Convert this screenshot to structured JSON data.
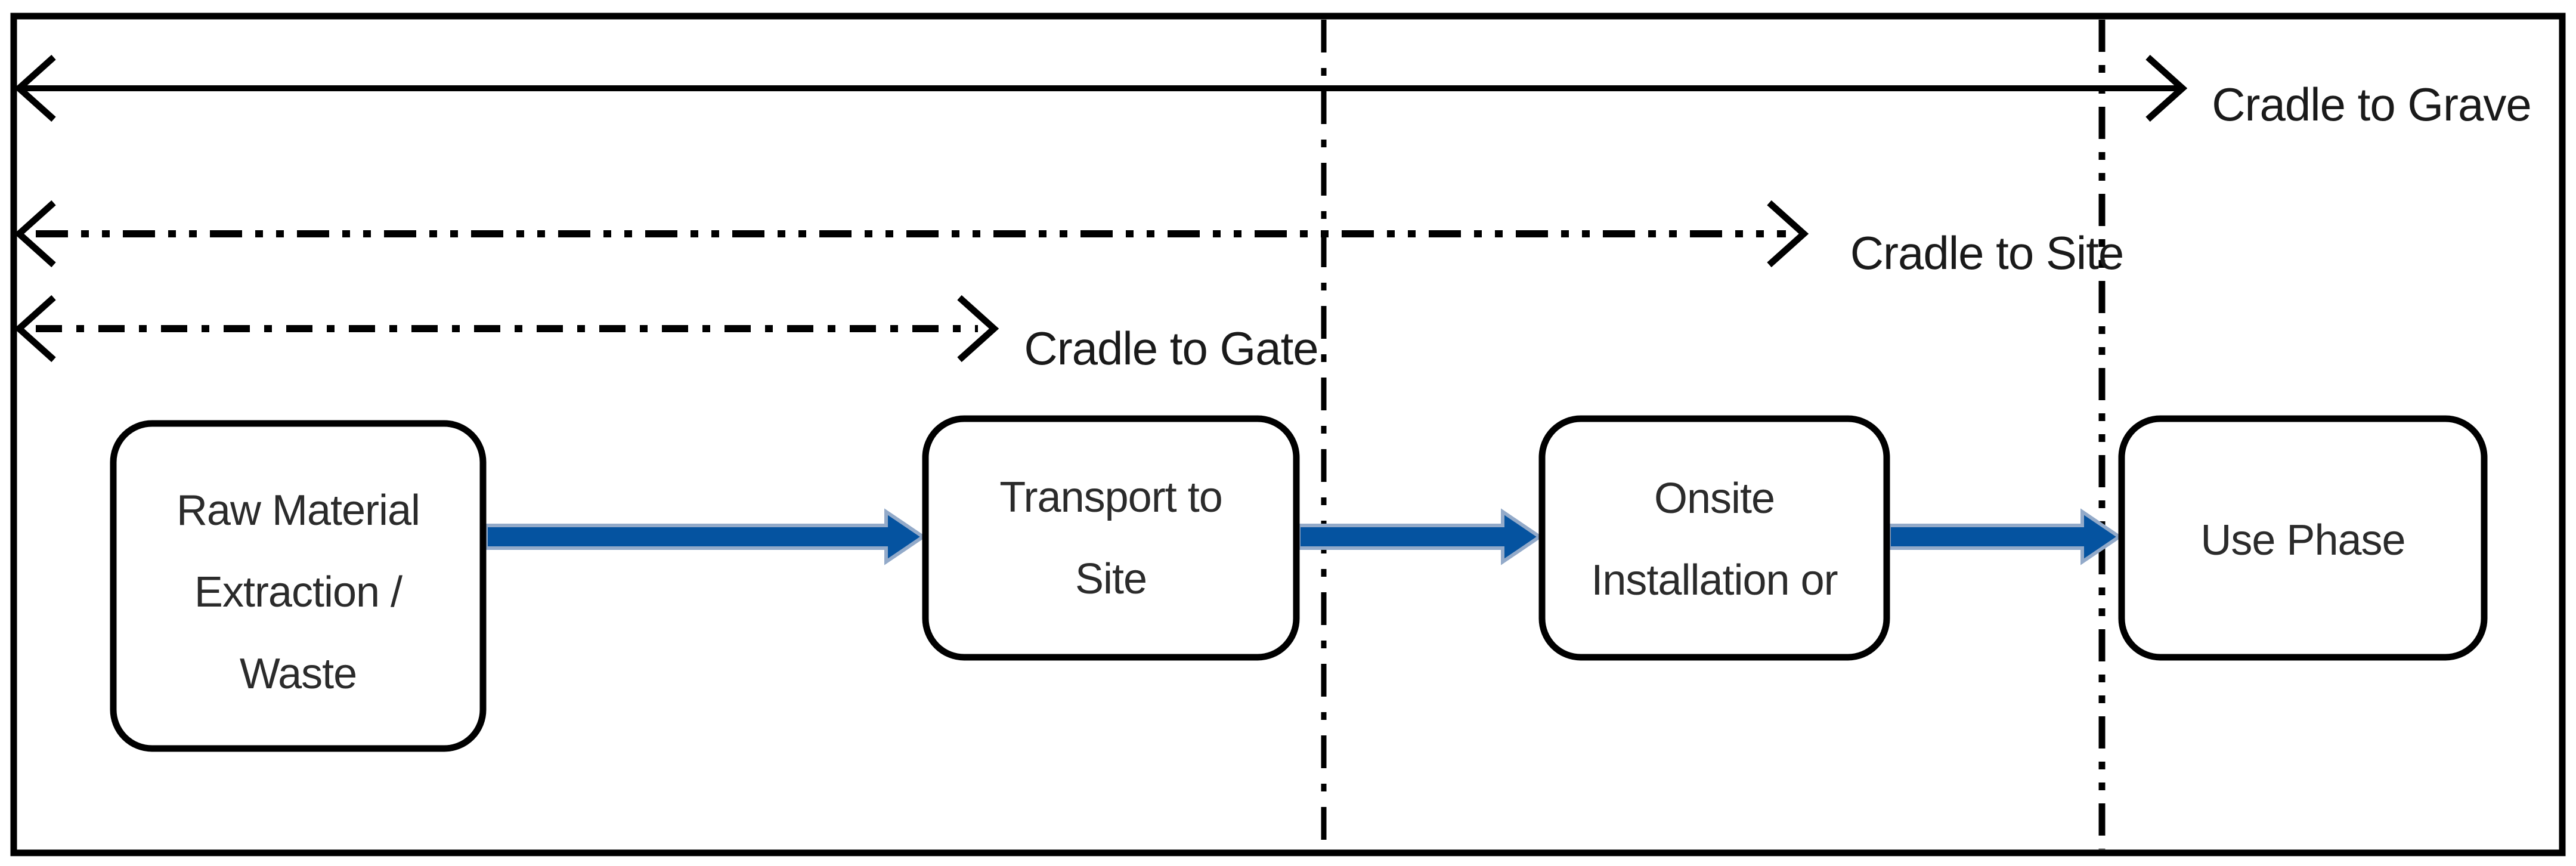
{
  "diagram": {
    "title_implicit": "Life cycle assessment scope diagram",
    "scopes": [
      {
        "id": "cradle-to-grave",
        "label": "Cradle to Grave",
        "line_style": "solid"
      },
      {
        "id": "cradle-to-site",
        "label": "Cradle to Site",
        "line_style": "dash-dot-dot"
      },
      {
        "id": "cradle-to-gate",
        "label": "Cradle to Gate",
        "line_style": "dash-dot"
      }
    ],
    "stages": [
      {
        "id": "raw-material",
        "lines": [
          "Raw Material",
          "Extraction /",
          "Waste"
        ]
      },
      {
        "id": "transport",
        "lines": [
          "Transport to",
          "Site"
        ]
      },
      {
        "id": "onsite",
        "lines": [
          "Onsite",
          "Installation or"
        ]
      },
      {
        "id": "use-phase",
        "lines": [
          "Use Phase"
        ]
      }
    ],
    "boundary_lines": [
      {
        "id": "boundary-1",
        "style": "dash-dot"
      },
      {
        "id": "boundary-2",
        "style": "dash-dot-dot"
      }
    ],
    "colors": {
      "flow_arrow_fill": "#0553a0",
      "flow_arrow_edge": "#93aac9",
      "outline": "#000000",
      "scope_text": "#1a1a1a",
      "stage_text": "#2b2b2b",
      "background": "#ffffff"
    }
  }
}
